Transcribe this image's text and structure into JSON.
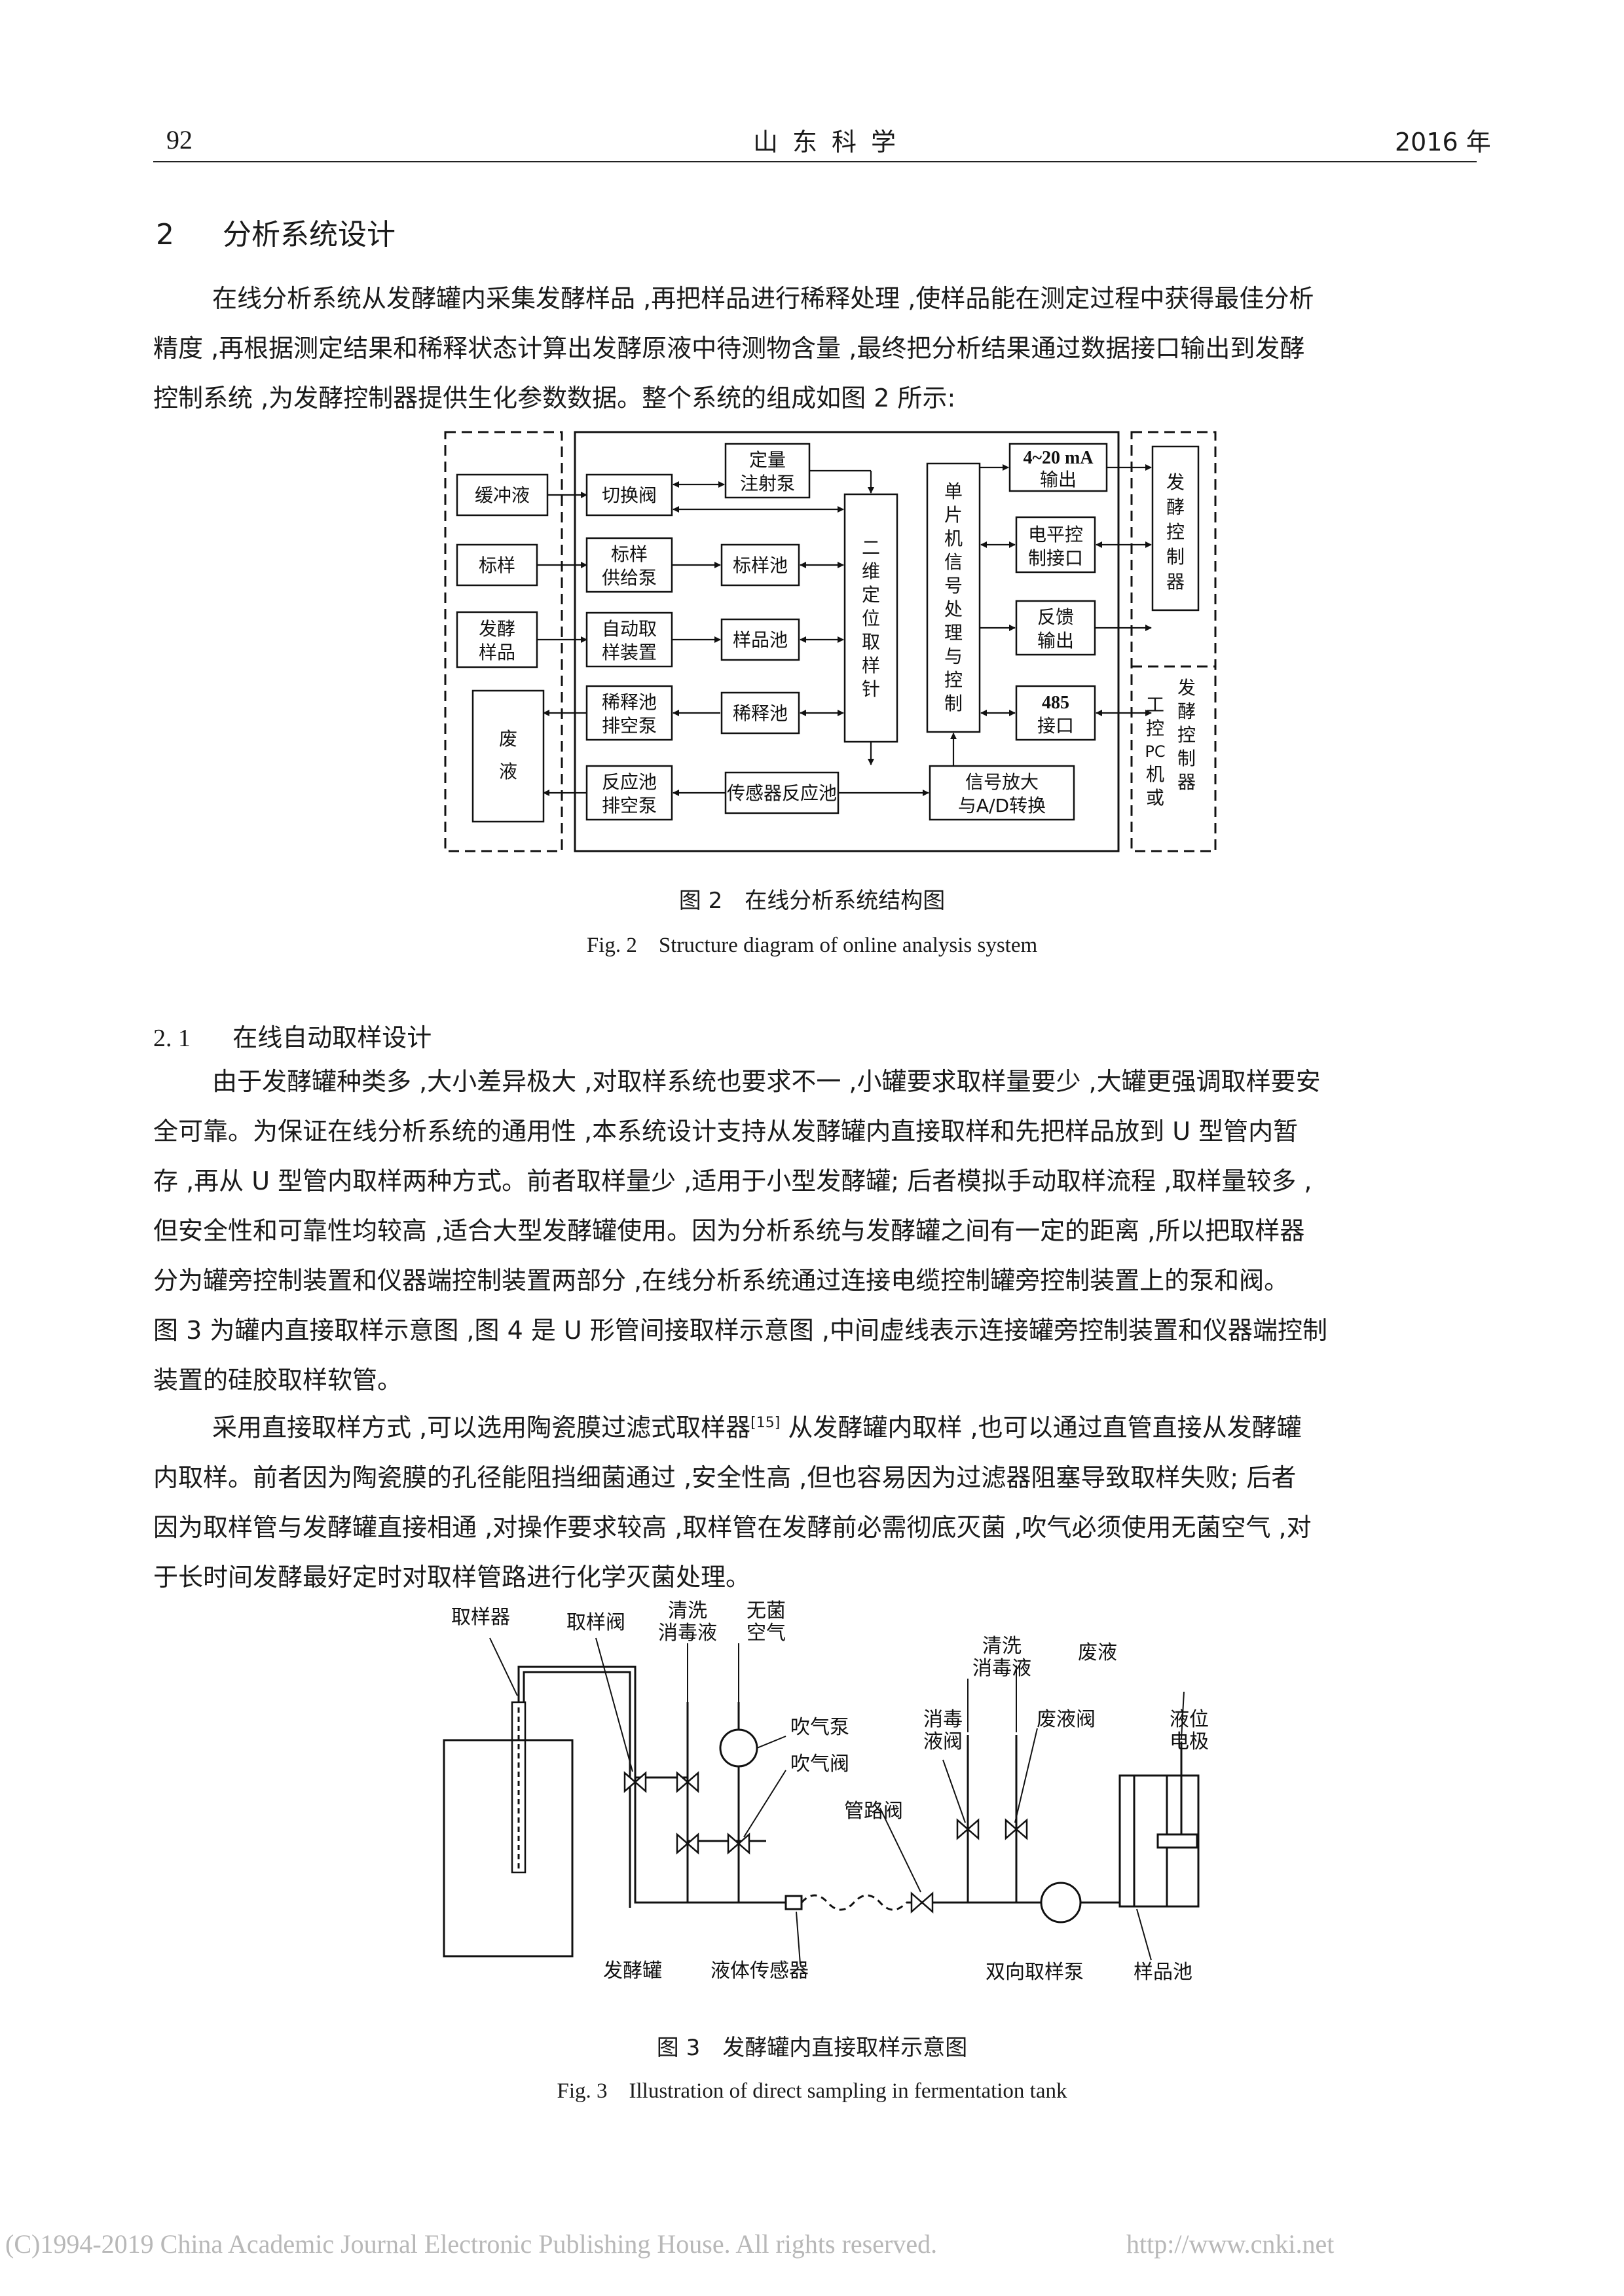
{
  "header": {
    "page_number": "92",
    "journal": "山东科学",
    "year": "2016 年"
  },
  "section": {
    "number": "2",
    "title": "分析系统设计"
  },
  "para1": [
    "在线分析系统从发酵罐内采集发酵样品 ,再把样品进行稀释处理 ,使样品能在测定过程中获得最佳分析",
    "精度 ,再根据测定结果和稀释状态计算出发酵原液中待测物含量 ,最终把分析结果通过数据接口输出到发酵",
    "控制系统 ,为发酵控制器提供生化参数数据。整个系统的组成如图 2 所示:"
  ],
  "fig2": {
    "boxes": {
      "buffer": "缓冲液",
      "standard": "标样",
      "ferment_sample": [
        "发酵",
        "样品"
      ],
      "waste": [
        "废",
        "液"
      ],
      "switch_valve": "切换阀",
      "dosing_pump": [
        "定量",
        "注射泵"
      ],
      "std_supply_pump": [
        "标样",
        "供给泵"
      ],
      "std_pool": "标样池",
      "auto_sampler": [
        "自动取",
        "样装置"
      ],
      "sample_pool": "样品池",
      "dilution_drain_pump": [
        "稀释池",
        "排空泵"
      ],
      "dilution_pool": "稀释池",
      "reaction_drain_pump": [
        "反应池",
        "排空泵"
      ],
      "sensor_pool": "传感器反应池",
      "probe": [
        "二",
        "维",
        "定",
        "位",
        "取",
        "样",
        "针"
      ],
      "mcu": [
        "单",
        "片",
        "机",
        "信",
        "号",
        "处",
        "理",
        "与",
        "控",
        "制"
      ],
      "amp_ad": [
        "信号放大",
        "与A/D转换"
      ],
      "out_4_20": [
        "4~20 mA",
        "输出"
      ],
      "level_ctrl": [
        "电平控",
        "制接口"
      ],
      "feedback": [
        "反馈",
        "输出"
      ],
      "rs485": [
        "485",
        "接口"
      ],
      "ferm_controller": [
        "发",
        "酵",
        "控",
        "制",
        "器"
      ],
      "pc_col1": [
        "工",
        "控",
        "PC",
        "机",
        "或"
      ],
      "pc_col2": [
        "发",
        "酵",
        "控",
        "制",
        "器"
      ]
    },
    "caption_cn": "图 2　在线分析系统结构图",
    "caption_en": "Fig. 2　Structure diagram of online analysis system"
  },
  "subsection": {
    "number": "2. 1",
    "title": "在线自动取样设计"
  },
  "para2": [
    "由于发酵罐种类多 ,大小差异极大 ,对取样系统也要求不一 ,小罐要求取样量要少 ,大罐更强调取样要安",
    "全可靠。为保证在线分析系统的通用性 ,本系统设计支持从发酵罐内直接取样和先把样品放到 U 型管内暂",
    "存 ,再从 U 型管内取样两种方式。前者取样量少 ,适用于小型发酵罐; 后者模拟手动取样流程 ,取样量较多 ,",
    "但安全性和可靠性均较高 ,适合大型发酵罐使用。因为分析系统与发酵罐之间有一定的距离 ,所以把取样器",
    "分为罐旁控制装置和仪器端控制装置两部分 ,在线分析系统通过连接电缆控制罐旁控制装置上的泵和阀。",
    "图 3 为罐内直接取样示意图 ,图 4 是 U 形管间接取样示意图 ,中间虚线表示连接罐旁控制装置和仪器端控制",
    "装置的硅胶取样软管。"
  ],
  "para3": {
    "line1_before": "采用直接取样方式 ,可以选用陶瓷膜过滤式取样器",
    "line1_ref": "[15]",
    "line1_after": " 从发酵罐内取样 ,也可以通过直管直接从发酵罐",
    "rest": [
      "内取样。前者因为陶瓷膜的孔径能阻挡细菌通过 ,安全性高 ,但也容易因为过滤器阻塞导致取样失败; 后者",
      "因为取样管与发酵罐直接相通 ,对操作要求较高 ,取样管在发酵前必需彻底灭菌 ,吹气必须使用无菌空气 ,对",
      "于长时间发酵最好定时对取样管路进行化学灭菌处理。"
    ]
  },
  "fig3": {
    "labels": {
      "sampler": "取样器",
      "sampling_valve": "取样阀",
      "clean_disinfect": [
        "清洗",
        "消毒液"
      ],
      "sterile_air": [
        "无菌",
        "空气"
      ],
      "blow_pump": "吹气泵",
      "blow_valve": "吹气阀",
      "clean_disinfect_2": [
        "清洗",
        "消毒液"
      ],
      "waste": "废液",
      "disinfect_valve": [
        "消毒",
        "液阀"
      ],
      "waste_valve": "废液阀",
      "level_electrode": [
        "液位",
        "电极"
      ],
      "pipe_valve": "管路阀",
      "fermenter": "发酵罐",
      "liquid_sensor": "液体传感器",
      "bidir_pump": "双向取样泵",
      "sample_pool": "样品池"
    },
    "caption_cn": "图 3　发酵罐内直接取样示意图",
    "caption_en": "Fig. 3　Illustration of direct sampling in fermentation tank"
  },
  "footer": {
    "copyright": "(C)1994-2019 China Academic Journal Electronic Publishing House. All rights reserved.",
    "url": "http://www.cnki.net"
  }
}
